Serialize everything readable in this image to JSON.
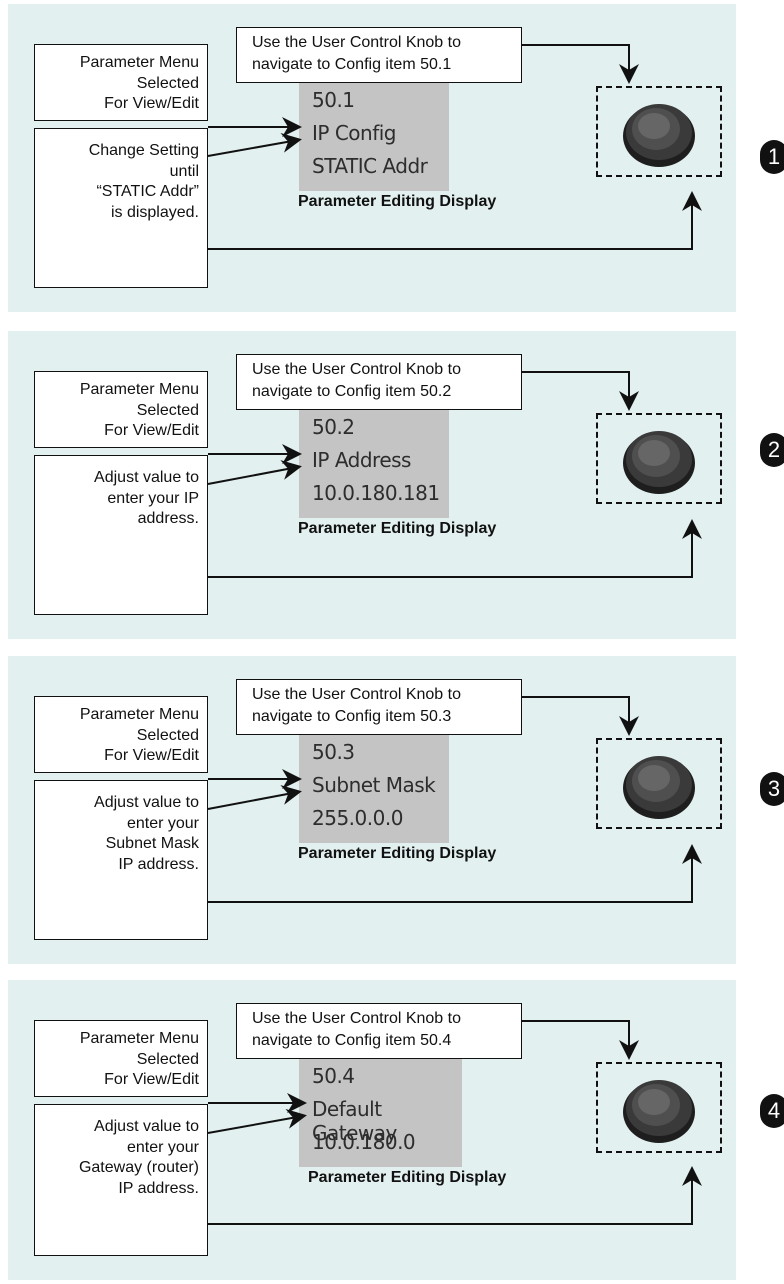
{
  "common": {
    "knob_note_line1": "Use the User Control Knob to",
    "menu_lines": [
      "Parameter Menu",
      "Selected",
      "For View/Edit"
    ],
    "caption": "Parameter Editing Display"
  },
  "steps": [
    {
      "number": "1",
      "knob_note_line2": "navigate to Config item 50.1",
      "change_lines": [
        "Change Setting",
        "until",
        "“STATIC Addr”",
        "is displayed."
      ],
      "display": [
        "50.1",
        "IP Config",
        "STATIC Addr"
      ]
    },
    {
      "number": "2",
      "knob_note_line2": "navigate to Config item 50.2",
      "change_lines": [
        "Adjust value to",
        "enter your IP",
        "address."
      ],
      "display": [
        "50.2",
        "IP Address",
        "10.0.180.181"
      ]
    },
    {
      "number": "3",
      "knob_note_line2": "navigate to Config item 50.3",
      "change_lines": [
        "Adjust value to",
        "enter your",
        "Subnet Mask",
        "IP address."
      ],
      "display": [
        "50.3",
        "Subnet Mask",
        "255.0.0.0"
      ]
    },
    {
      "number": "4",
      "knob_note_line2": "navigate to Config item 50.4",
      "change_lines": [
        "Adjust value to",
        "enter your",
        "Gateway (router)",
        "IP address."
      ],
      "display": [
        "50.4",
        "Default Gateway",
        "10.0.180.0"
      ]
    }
  ],
  "colors": {
    "panel_bg": "#e3f0f0",
    "display_bg": "#c4c4c4",
    "line": "#111111"
  },
  "icons": {
    "knob": "control-knob-icon",
    "arrow": "arrow-icon"
  }
}
